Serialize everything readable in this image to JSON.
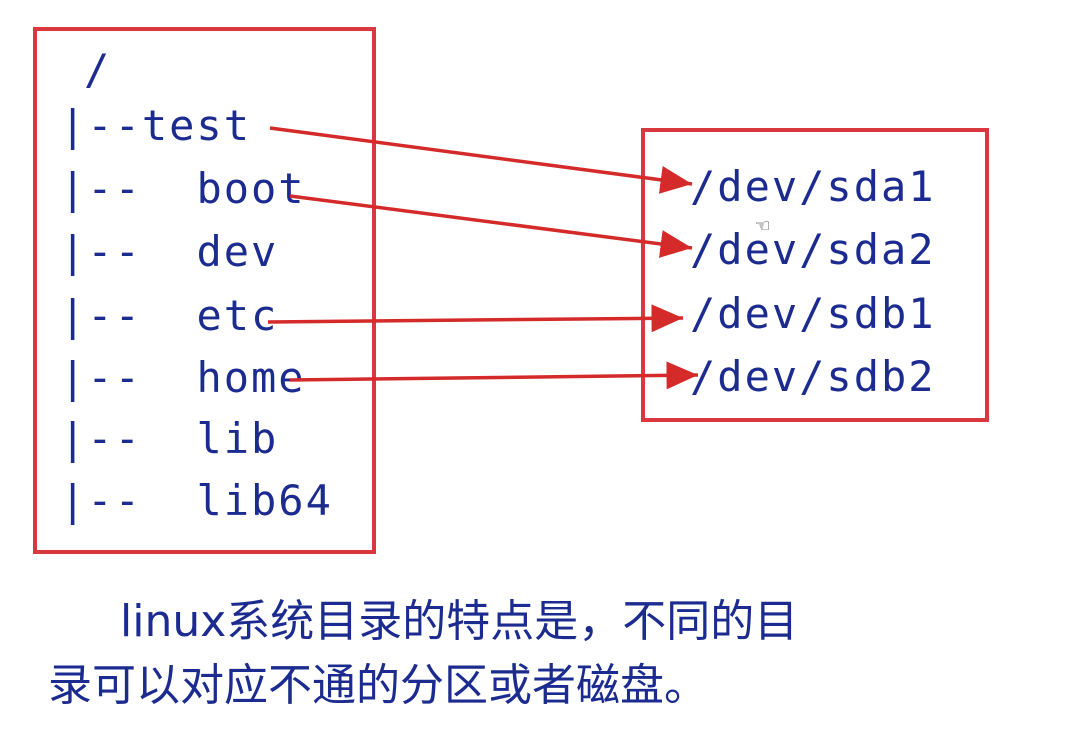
{
  "directory_tree": {
    "root": "/",
    "items": [
      {
        "prefix": "|--",
        "name": "test"
      },
      {
        "prefix": "|-- ",
        "name": "boot"
      },
      {
        "prefix": "|-- ",
        "name": "dev"
      },
      {
        "prefix": "|-- ",
        "name": "etc"
      },
      {
        "prefix": "|-- ",
        "name": "home"
      },
      {
        "prefix": "|-- ",
        "name": "lib"
      },
      {
        "prefix": "|-- ",
        "name": "lib64"
      }
    ]
  },
  "devices": [
    "/dev/sda1",
    "/dev/sda2",
    "/dev/sdb1",
    "/dev/sdb2"
  ],
  "mappings": [
    {
      "from": "test",
      "to": "/dev/sda1"
    },
    {
      "from": "boot",
      "to": "/dev/sda2"
    },
    {
      "from": "etc",
      "to": "/dev/sdb1"
    },
    {
      "from": "home",
      "to": "/dev/sdb2"
    }
  ],
  "caption": {
    "line1": "linux系统目录的特点是，不同的目",
    "line2": "录可以对应不通的分区或者磁盘。"
  },
  "colors": {
    "frame": "#d9383f",
    "arrow": "#d42a2a",
    "text": "#1c2b8f"
  },
  "cursor_icon": "hand-pointer-icon"
}
